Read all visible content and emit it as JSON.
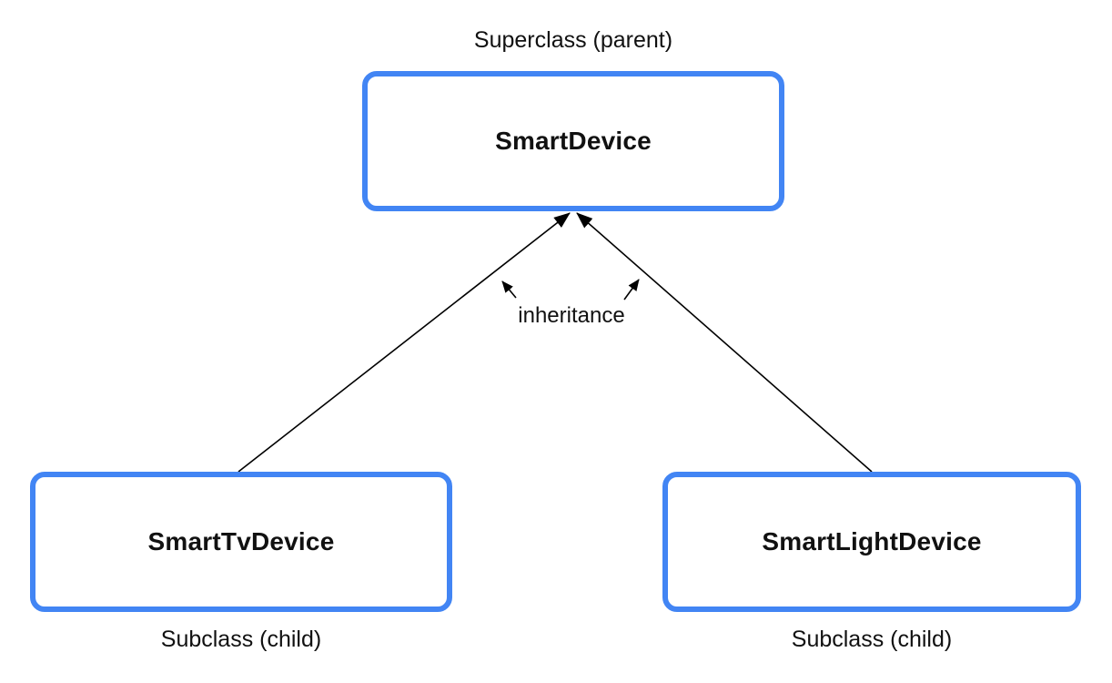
{
  "diagram": {
    "title_caption": "Superclass (parent)",
    "superclass": {
      "name": "SmartDevice"
    },
    "subclasses": [
      {
        "name": "SmartTvDevice",
        "caption": "Subclass (child)"
      },
      {
        "name": "SmartLightDevice",
        "caption": "Subclass (child)"
      }
    ],
    "relationship_label": "inheritance",
    "colors": {
      "box_border": "#4285F4",
      "text": "#111111",
      "line": "#000000",
      "background": "#FFFFFF"
    }
  }
}
